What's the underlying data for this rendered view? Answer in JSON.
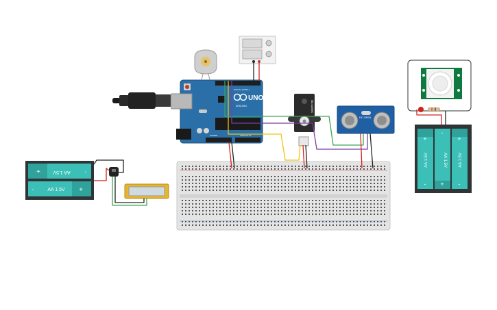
{
  "arduino": {
    "brand": "UNO",
    "digital_label": "DIGITAL (PWM~)",
    "power_label": "POWER",
    "analog_label": "ANALOG IN",
    "logo_text": "ARDUINO"
  },
  "servo": {
    "label": "SM-S2309S"
  },
  "ultrasonic": {
    "label": "HC-SR04"
  },
  "battery_left": {
    "cell_top": "AA 1.5V",
    "cell_bottom": "AA 1.5V",
    "plus": "+",
    "minus": "-"
  },
  "battery_right": {
    "cells": [
      "AA 1.5V",
      "AA 1.5V",
      "AA 1.5V"
    ],
    "plus": "+",
    "minus": "-"
  },
  "colors": {
    "arduino_blue": "#2a6fa8",
    "breadboard": "#e4e4e4",
    "battery_teal": "#3bbfb7",
    "battery_dark": "#2f3437",
    "wire_red": "#d0231c",
    "wire_black": "#222222",
    "wire_yellow": "#f1c40f",
    "wire_green": "#3aa655",
    "wire_purple": "#7b3fa0",
    "pir_green": "#0e7a3f"
  }
}
